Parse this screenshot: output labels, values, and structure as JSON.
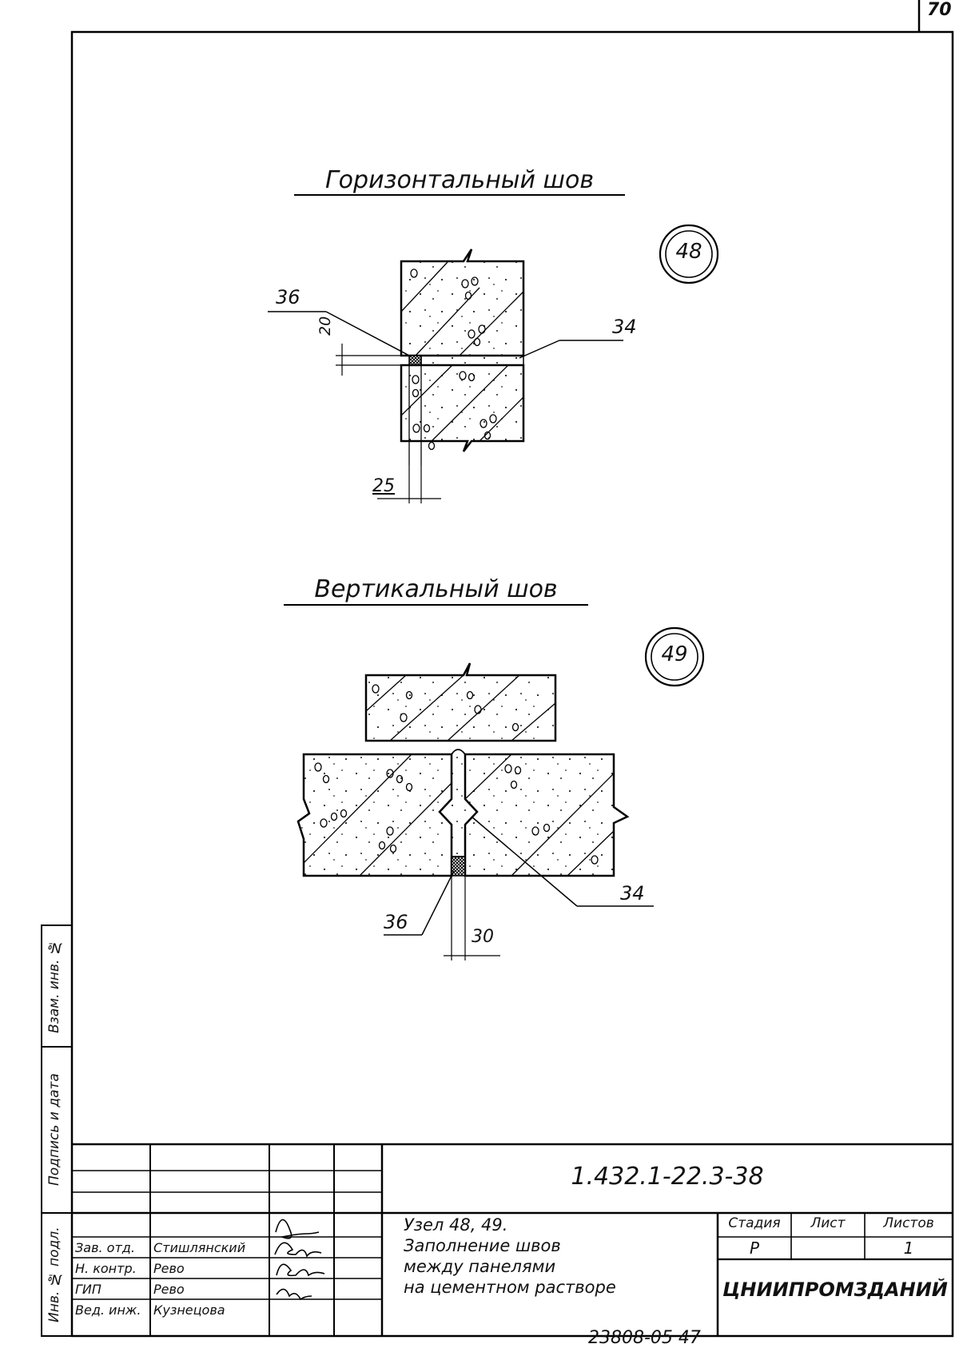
{
  "page_number": "70",
  "details": {
    "horizontal": {
      "title": "Горизонтальный шов",
      "node": "48",
      "labels": {
        "filler": "36",
        "mortar": "34",
        "gap": "20",
        "offset": "25"
      }
    },
    "vertical": {
      "title": "Вертикальный шов",
      "node": "49",
      "labels": {
        "filler": "36",
        "mortar": "34",
        "width": "30"
      }
    }
  },
  "side_stamp": {
    "col1": "Взам. инв. №",
    "col2": "Подпись и дата",
    "col3": "Инв. № подл."
  },
  "title_block": {
    "designation": "1.432.1-22.3-38",
    "description": [
      "Узел 48, 49.",
      "Заполнение швов",
      "между панелями",
      "на цементном растворе"
    ],
    "stage_header": "Стадия",
    "sheet_header": "Лист",
    "sheets_header": "Листов",
    "stage_value": "Р",
    "sheet_value": "",
    "sheets_value": "1",
    "organization": "ЦНИИПРОМЗДАНИЙ",
    "staff": [
      {
        "role": "Зав. отд.",
        "name": "Стишлянский"
      },
      {
        "role": "Н. контр.",
        "name": "Рево"
      },
      {
        "role": "ГИП",
        "name": "Рево"
      },
      {
        "role": "Вед. инж.",
        "name": "Кузнецова"
      }
    ]
  },
  "footer_code": "23808-05   47"
}
